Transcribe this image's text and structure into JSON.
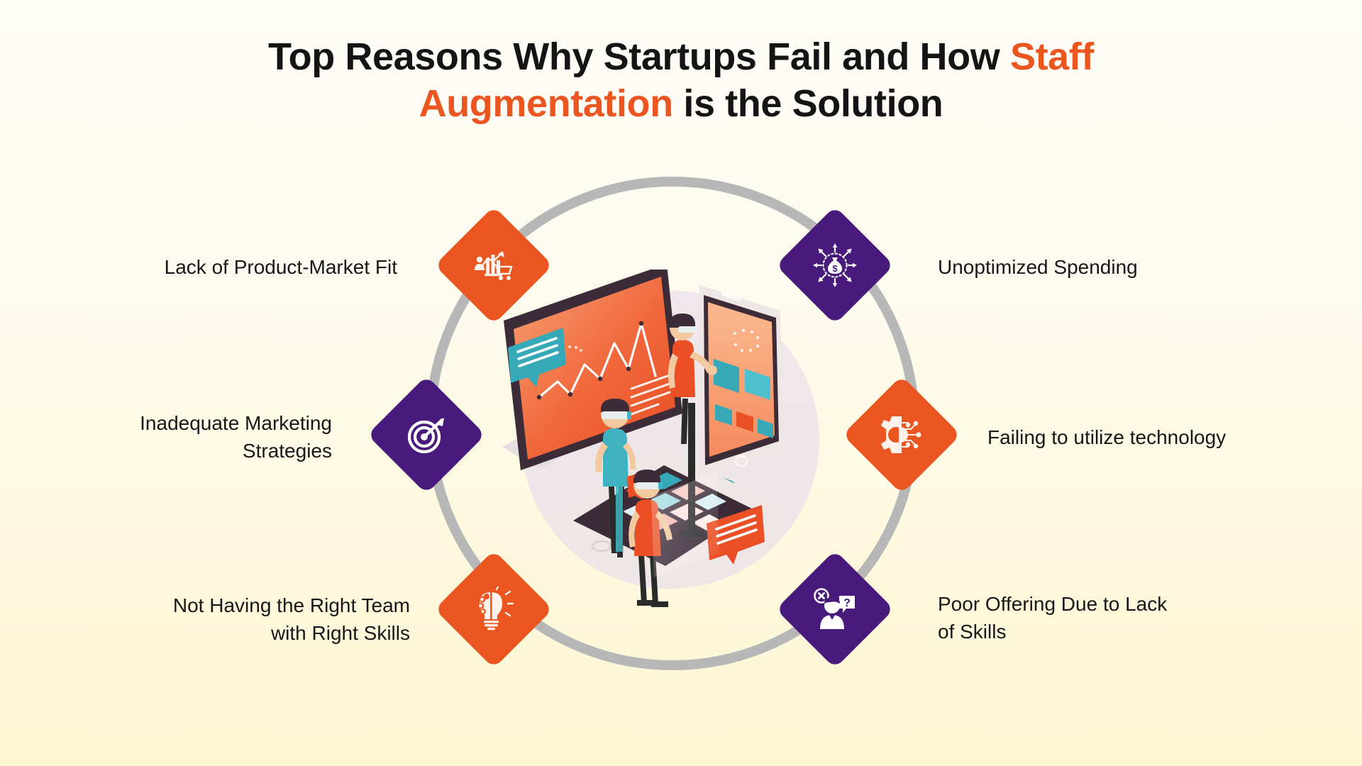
{
  "title": {
    "line1_a": "Top Reasons Why Startups Fail and How ",
    "line1_b": "Staff",
    "line2_a": "Augmentation",
    "line2_b": " is the Solution"
  },
  "colors": {
    "orange": "#EA5520",
    "purple": "#471A7C",
    "ring_gray": "#B7B7B7",
    "text_dark": "#171717",
    "bg_top": "#FEFDF7",
    "bg_bottom": "#FCF6D4",
    "illus_circle": "#ECE3EA"
  },
  "nodes": [
    {
      "label": "Lack of Product-Market Fit",
      "label_lines": [
        "Lack of Product-Market Fit"
      ],
      "icon": "bar-chart-cart-icon",
      "color": "orange",
      "side": "left",
      "position": "top-left"
    },
    {
      "label": "Unoptimized Spending",
      "label_lines": [
        "Unoptimized Spending"
      ],
      "icon": "money-bag-arrows-icon",
      "color": "purple",
      "side": "right",
      "position": "top-right"
    },
    {
      "label": "Inadequate Marketing Strategies",
      "label_lines": [
        "Inadequate Marketing",
        "Strategies"
      ],
      "icon": "target-arrow-icon",
      "color": "purple",
      "side": "left",
      "position": "middle-left"
    },
    {
      "label": "Failing to utilize technology",
      "label_lines": [
        "Failing to utilize technology"
      ],
      "icon": "gear-circuit-icon",
      "color": "orange",
      "side": "right",
      "position": "middle-right"
    },
    {
      "label": "Not Having the Right Team with Right Skills",
      "label_lines": [
        "Not Having the Right Team",
        "with Right Skills"
      ],
      "icon": "lightbulb-brain-icon",
      "color": "orange",
      "side": "left",
      "position": "bottom-left"
    },
    {
      "label": "Poor Offering Due to Lack of Skills",
      "label_lines": [
        "Poor Offering Due to Lack",
        "of Skills"
      ],
      "icon": "person-question-x-icon",
      "color": "purple",
      "side": "right",
      "position": "bottom-right"
    }
  ],
  "illustration": {
    "name": "isometric-team-analytics-illustration",
    "description": "Three people working with an isometric monitor showing an orange line chart, a tablet and a laptop, with chat bubbles"
  }
}
